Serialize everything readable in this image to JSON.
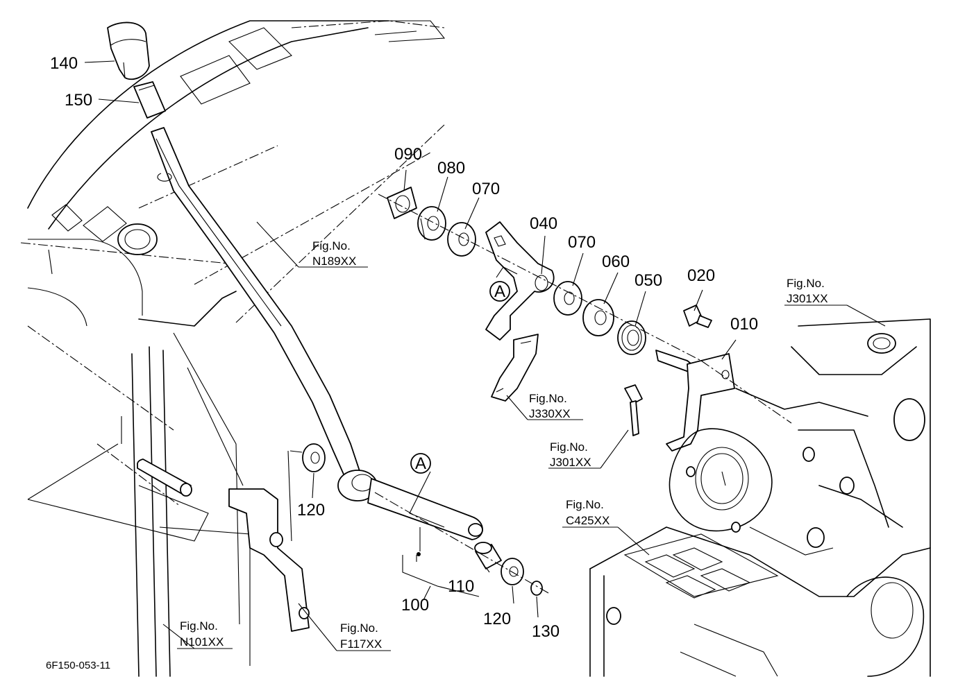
{
  "diagram_id": "6F150-053-11",
  "part_labels": {
    "p140": "140",
    "p150": "150",
    "p090": "090",
    "p080": "080",
    "p070a": "070",
    "p040": "040",
    "p070b": "070",
    "p060": "060",
    "p050": "050",
    "p020": "020",
    "p010": "010",
    "p120a": "120",
    "p110": "110",
    "p100": "100",
    "p120b": "120",
    "p130": "130"
  },
  "callouts": {
    "a1": "A",
    "a2": "A"
  },
  "fig_refs": {
    "prefix": "Fig.No.",
    "n189": "N189XX",
    "j330": "J330XX",
    "j301a": "J301XX",
    "j301b": "J301XX",
    "c425": "C425XX",
    "n101": "N101XX",
    "f117": "F117XX"
  }
}
